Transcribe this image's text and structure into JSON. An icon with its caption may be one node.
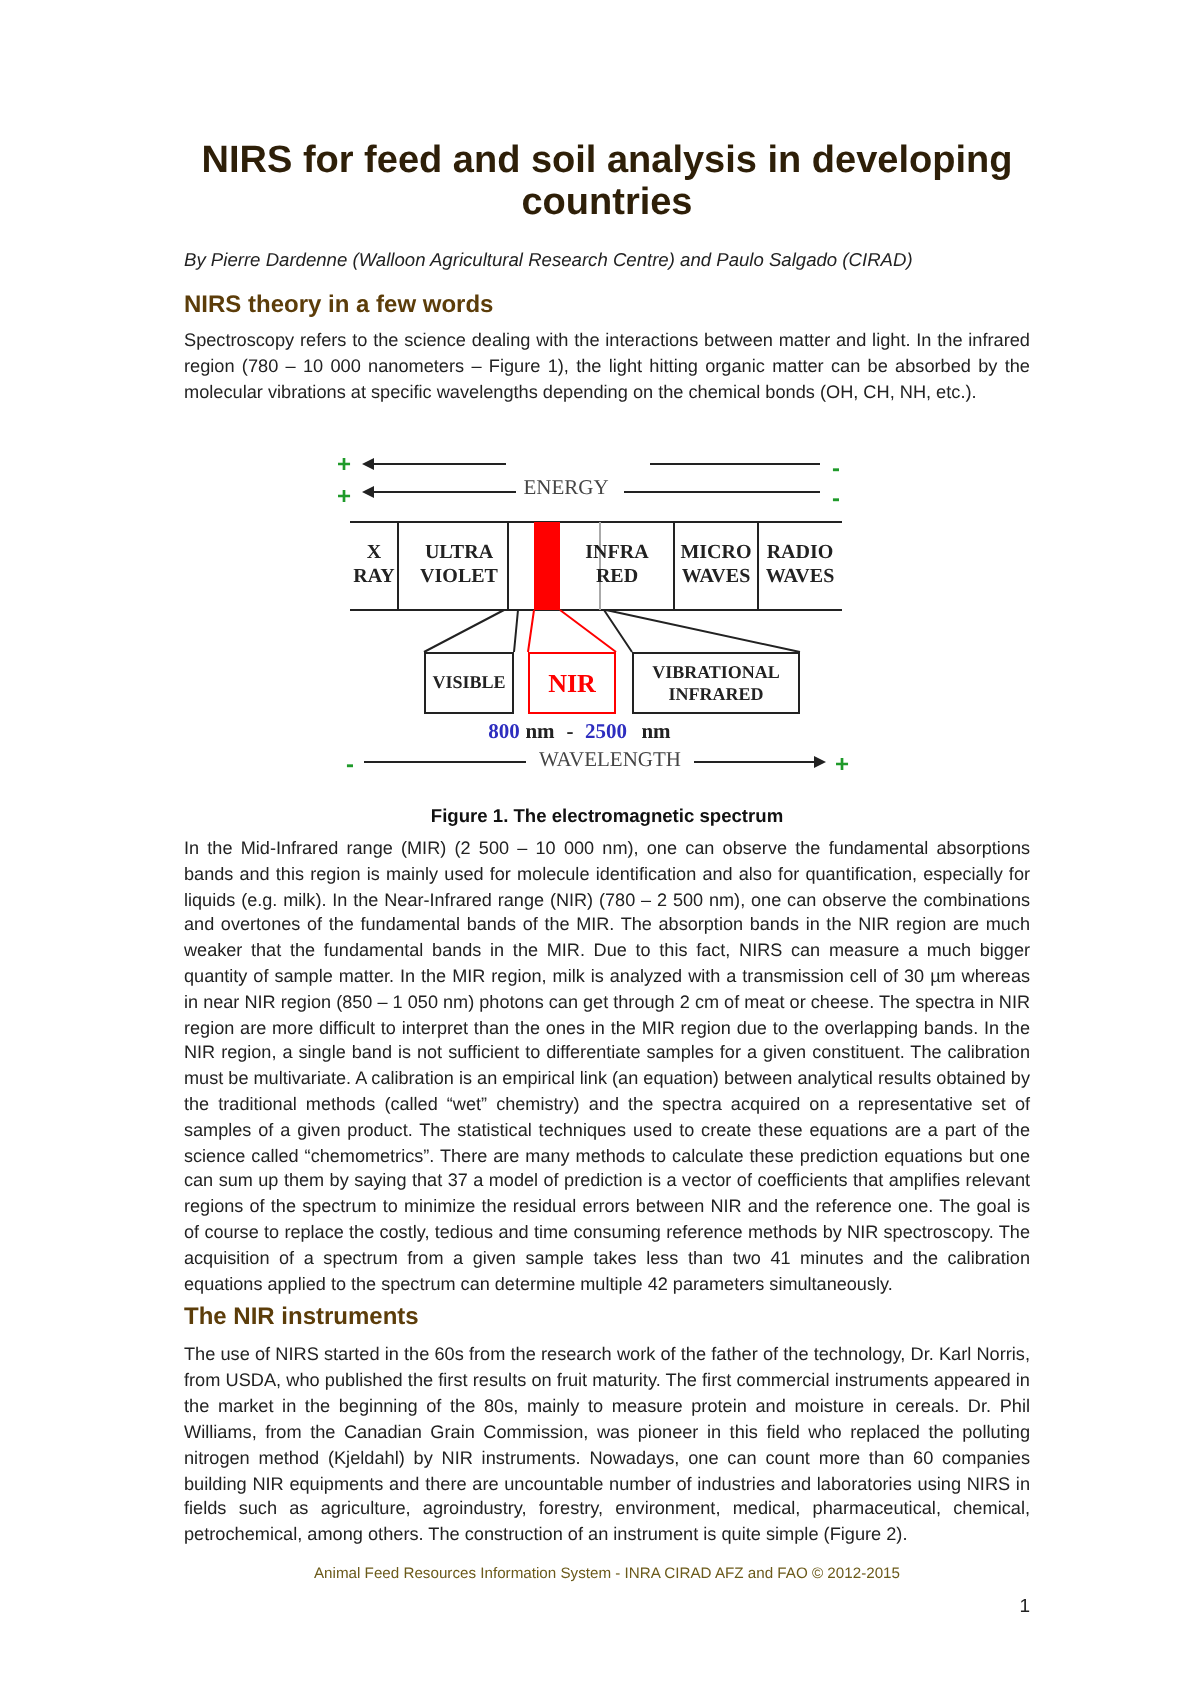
{
  "diagram": {
    "title": "NIRS for feed and soil analysis in developing countries",
    "caption": "Figure 1. The electromagnetic spectrum",
    "nodes": [
      {
        "text": [
          "X RAY"
        ]
      },
      {
        "text": [
          "ULTRA VIOLET"
        ]
      },
      {
        "text": [],
        "shape": "bar"
      },
      {
        "text": [
          "INFRA RED"
        ]
      },
      {
        "text": [
          "MICRO WAVES"
        ]
      },
      {
        "text": [
          "RADIO WAVES"
        ]
      },
      {
        "text": [
          "VISIBLE"
        ]
      },
      {
        "text": [
          "NIR"
        ]
      },
      {
        "text": [
          "VIBRATIONAL INFRARED"
        ]
      }
    ],
    "edges": [
      {
        "from": 1,
        "to": 6,
        "arrow": "none"
      },
      {
        "from": 2,
        "to": 7,
        "arrow": "none",
        "color": "#ff0000"
      },
      {
        "from": 3,
        "to": 8,
        "arrow": "none"
      }
    ],
    "labels": [
      "By Pierre Dardenne (Walloon Agricultural Research Centre) and Paulo Salgado (CIRAD)",
      "NIRS theory in a few words",
      "Spectroscopy refers to the science dealing with the interactions between matter and light. In the infrared region (780 – 10 000 nanometers – Figure 1), the light hitting organic matter can be absorbed by the molecular vibrations at specific wavelengths depending on the chemical bonds (OH, CH, NH, etc.).",
      "+",
      "-",
      "+",
      "ENERGY",
      "-",
      "800",
      "nm",
      "-",
      "2500",
      "nm",
      "-",
      "WAVELENGTH",
      "+",
      "In the Mid-Infrared range (MIR) (2 500 – 10 000 nm), one can observe the fundamental absorptions bands and this region is mainly used for molecule identification and also for quantification, especially for liquids (e.g. milk). In the Near-Infrared range (NIR) (780 – 2 500 nm), one can observe the combinations and overtones of the fundamental bands of the MIR. The absorption bands in the NIR region are much weaker that the fundamental bands in the MIR. Due to this fact, NIRS can measure a much bigger quantity of sample matter. In the MIR region, milk is analyzed with a transmission cell of 30 µm whereas in near NIR region (850 – 1 050 nm) photons can get through 2 cm of meat or cheese. The spectra in NIR region are more difficult to interpret than the ones in the MIR region due to the overlapping bands. In the NIR region, a single band is not sufficient to differentiate samples for a given constituent. The calibration must be multivariate. A calibration is an empirical link (an equation) between analytical results obtained by the traditional methods (called “wet” chemistry) and the spectra acquired on a representative set of samples of a given product. The statistical techniques used to create these equations are a part of the science called “chemometrics”. There are many methods to calculate these prediction equations but one can sum up them by saying that 37 a model of prediction is a vector of coefficients that amplifies relevant regions of the spectrum to minimize the residual errors between NIR and the reference one. The goal is of course to replace the costly, tedious and time consuming reference methods by NIR spectroscopy. The acquisition of a spectrum from a given sample takes less than two 41 minutes and the calibration equations applied to the spectrum can determine multiple 42 parameters simultaneously.",
      "The NIR instruments",
      "The use of NIRS started in the 60s from the research work of the father of the technology, Dr. Karl Norris, from USDA, who published the first results on fruit maturity. The first commercial instruments appeared in the market in the beginning of the 80s, mainly to measure protein and moisture in cereals. Dr. Phil Williams, from the Canadian Grain Commission, was pioneer in this field who replaced the polluting nitrogen method (Kjeldahl) by NIR instruments. Nowadays, one can count more than 60 companies building NIR equipments and there are uncountable number of industries and laboratories using NIRS in fields such as agriculture, agroindustry, forestry, environment, medical, pharmaceutical, chemical, petrochemical, among others. The construction of an instrument is quite simple (Figure 2).",
      "Animal Feed Resources Information System - INRA CIRAD AFZ and FAO © 2012-2015",
      "1"
    ]
  }
}
